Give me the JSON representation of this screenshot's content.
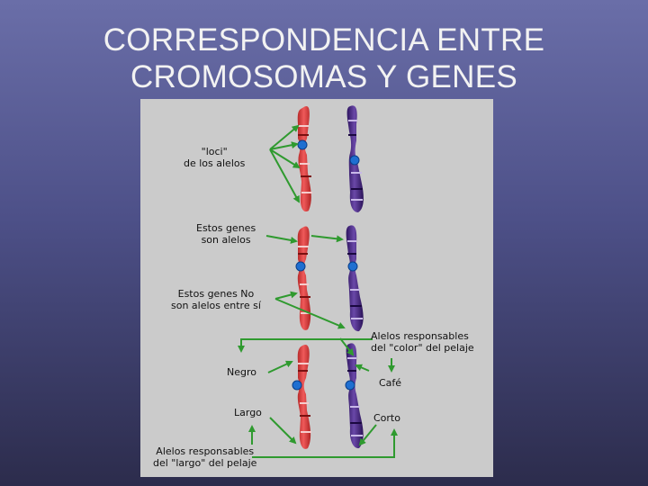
{
  "slide": {
    "title_line1": "CORRESPONDENCIA ENTRE",
    "title_line2": "CROMOSOMAS Y GENES"
  },
  "diagram": {
    "loci_line1": "\"loci\"",
    "loci_line2": "de los alelos",
    "alleles_line1": "Estos genes",
    "alleles_line2": "son alelos",
    "non_alleles_line1": "Estos genes No",
    "non_alleles_line2": "son alelos entre sí",
    "color_line1": "Alelos responsables",
    "color_line2": "del \"color\" del pelaje",
    "negro": "Negro",
    "cafe": "Café",
    "largo": "Largo",
    "corto": "Corto",
    "length_line1": "Alelos responsables",
    "length_line2": "del \"largo\" del pelaje"
  },
  "colors": {
    "chromosome_red": "#dc3b3b",
    "chromosome_purple": "#4e2a88",
    "locus_blue": "#1f6fd1",
    "arrow_green": "#2f9a2f",
    "panel_bg": "#cbcbcb"
  }
}
